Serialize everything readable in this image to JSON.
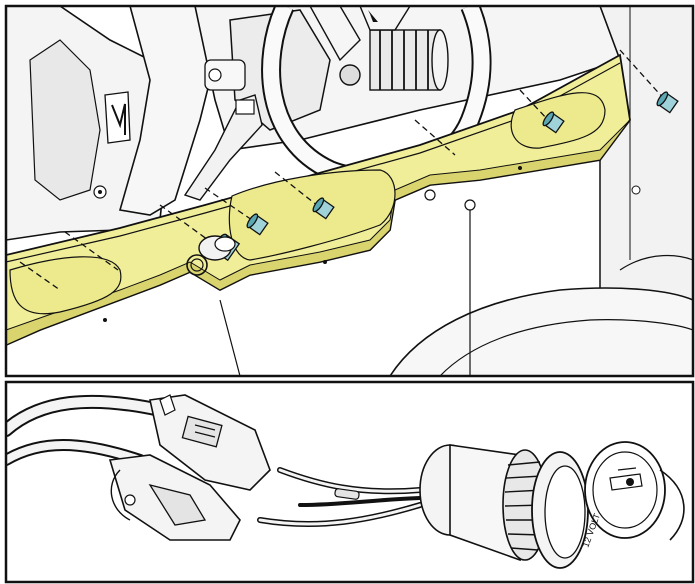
{
  "figure": {
    "panels": [
      {
        "id": "top",
        "subject": "lower-dash-trim-panel-removal"
      },
      {
        "id": "bottom",
        "subject": "power-outlet-wiring-connection"
      }
    ],
    "colors": {
      "highlight_panel": "#f1ee9a",
      "highlight_panel_shadow": "#d9d46e",
      "fastener": "#9fd3d9",
      "fastener_dark": "#5aa8b3",
      "line": "#111111",
      "part_fill": "#f7f7f7",
      "part_shade": "#e4e4e4"
    },
    "outlet_cap_lettering": "12 VOLT"
  }
}
